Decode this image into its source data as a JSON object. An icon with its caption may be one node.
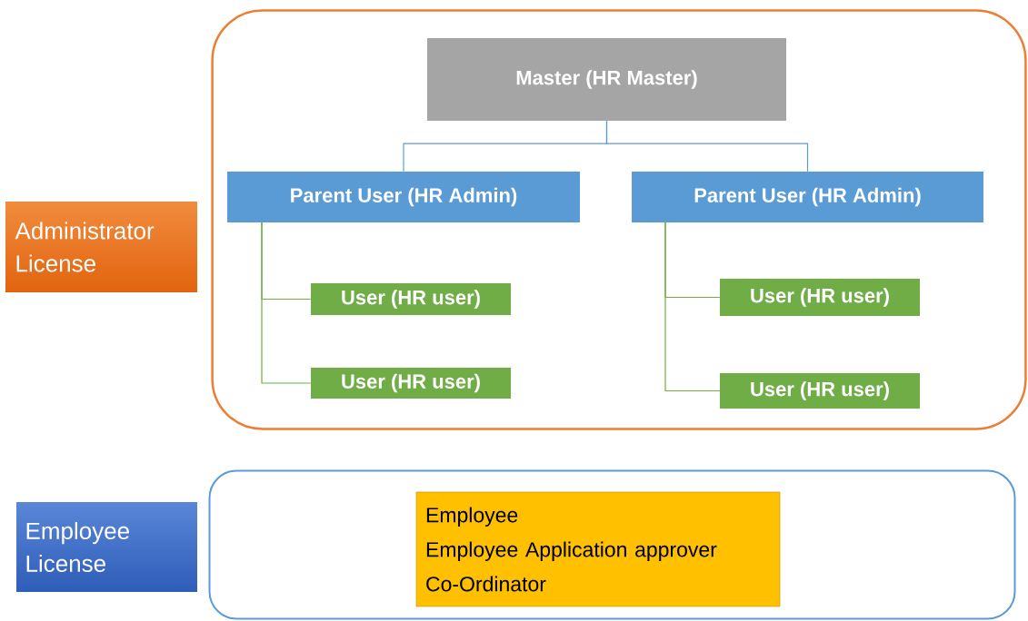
{
  "diagram": {
    "nodes": [
      {
        "text": [
          "Administrator License"
        ]
      },
      {
        "text": [],
        "shape": "box"
      },
      {
        "text": [
          "Master (HR Master)"
        ],
        "in": 1
      },
      {
        "text": [
          "Parent User (HR Admin)"
        ],
        "in": 1
      },
      {
        "text": [
          "Parent User (HR Admin)"
        ],
        "in": 1
      },
      {
        "text": [
          "User (HR user)"
        ],
        "in": 1
      },
      {
        "text": [
          "User (HR user)"
        ],
        "in": 1
      },
      {
        "text": [
          "User (HR user)"
        ],
        "in": 1
      },
      {
        "text": [
          "User (HR user)"
        ],
        "in": 1
      },
      {
        "text": [
          "Employee License"
        ]
      },
      {
        "text": [],
        "shape": "box"
      },
      {
        "text": [
          "Employee",
          "Employee Application approver",
          "Co-Ordinator"
        ],
        "in": 10
      }
    ],
    "edges": [
      {
        "from": 2,
        "to": 3,
        "arrow": "none",
        "color": "#5b9bd5"
      },
      {
        "from": 2,
        "to": 4,
        "arrow": "none",
        "color": "#5b9bd5"
      },
      {
        "from": 3,
        "to": 5,
        "arrow": "none",
        "color": "#70ad47"
      },
      {
        "from": 3,
        "to": 6,
        "arrow": "none",
        "color": "#70ad47"
      },
      {
        "from": 4,
        "to": 7,
        "arrow": "none",
        "color": "#70ad47"
      },
      {
        "from": 4,
        "to": 8,
        "arrow": "none",
        "color": "#70ad47"
      }
    ]
  }
}
